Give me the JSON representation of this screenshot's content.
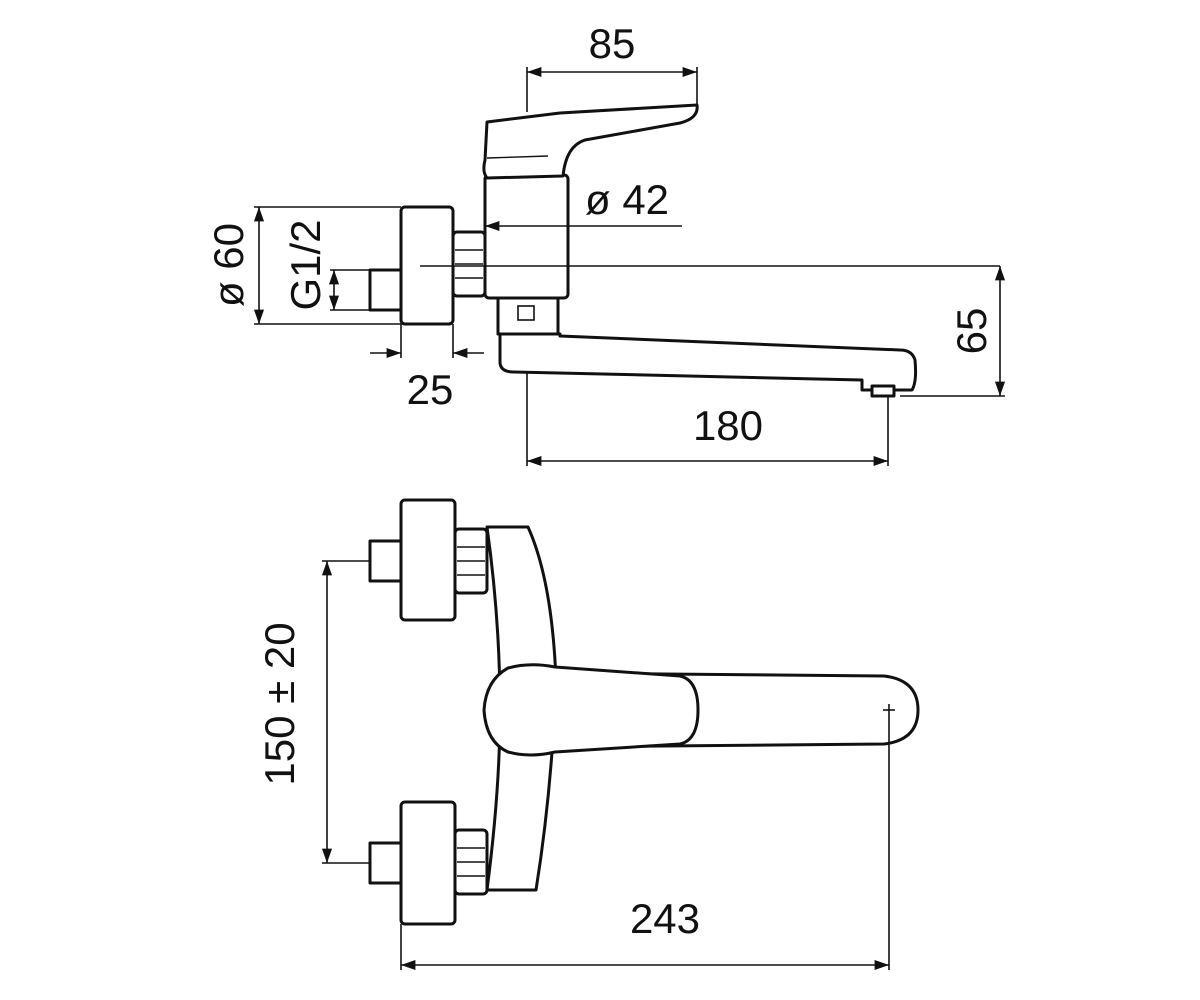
{
  "drawing": {
    "colors": {
      "line": "#111111",
      "background": "#ffffff"
    },
    "dimensions": {
      "lever_length": "85",
      "body_diameter": "ø 42",
      "flange_diameter": "ø 60",
      "inlet_thread": "G1/2",
      "flange_depth": "25",
      "spout_height": "65",
      "spout_reach": "180",
      "inlet_spacing": "150 ± 20",
      "overall_width": "243"
    }
  }
}
